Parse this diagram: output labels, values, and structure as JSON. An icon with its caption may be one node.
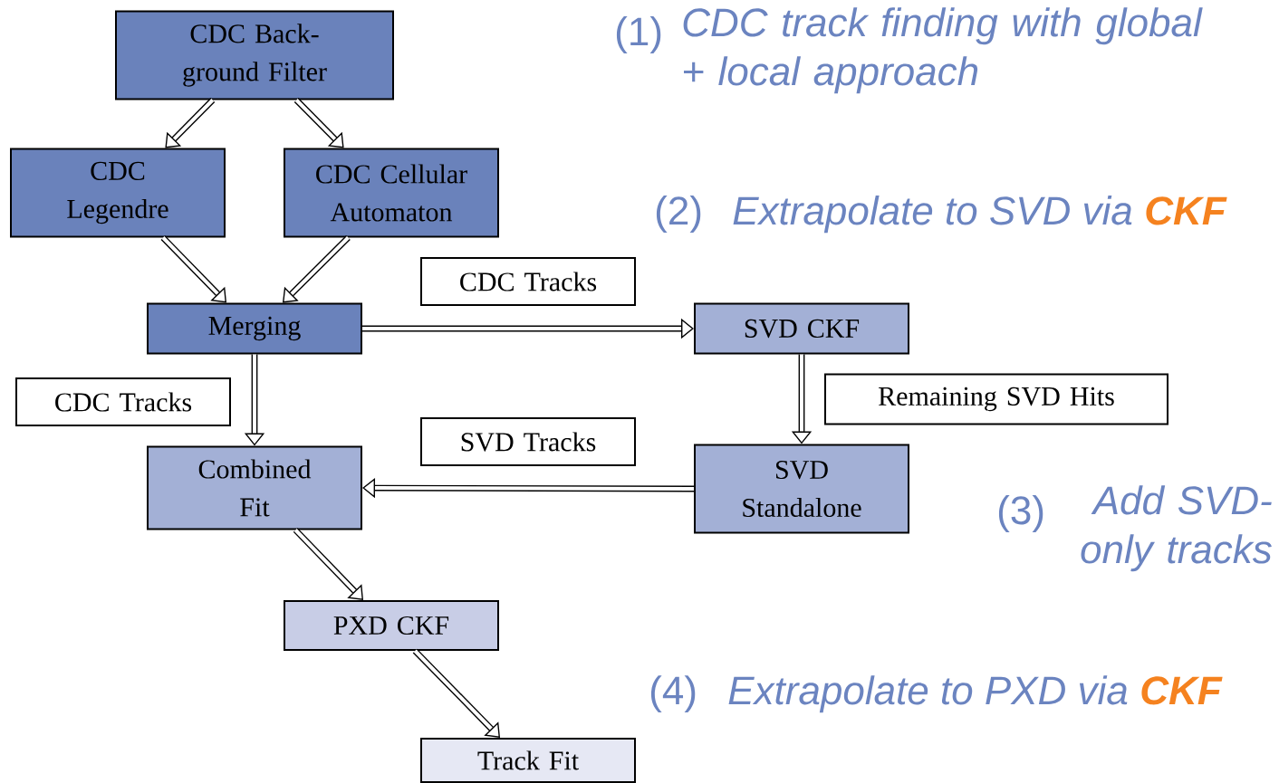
{
  "diagram": {
    "nodes": [
      {
        "text": [
          "CDC Back- ground Filter"
        ]
      },
      {
        "text": [
          "CDC Legendre"
        ]
      },
      {
        "text": [
          "CDC Cellular Automaton"
        ]
      },
      {
        "text": [
          "Merging"
        ]
      },
      {
        "text": [
          "CDC Tracks"
        ]
      },
      {
        "text": [
          "SVD CKF"
        ]
      },
      {
        "text": [
          "CDC Tracks"
        ]
      },
      {
        "text": [
          "Remaining SVD Hits"
        ]
      },
      {
        "text": [
          "SVD Tracks"
        ]
      },
      {
        "text": [
          "Combined Fit"
        ]
      },
      {
        "text": [
          "SVD Standalone"
        ]
      },
      {
        "text": [
          "PXD CKF"
        ]
      },
      {
        "text": [
          "Track Fit"
        ]
      }
    ],
    "edges": [
      {
        "from": 0,
        "to": 1,
        "arrow": "to"
      },
      {
        "from": 0,
        "to": 2,
        "arrow": "to"
      },
      {
        "from": 1,
        "to": 3,
        "arrow": "to"
      },
      {
        "from": 2,
        "to": 3,
        "arrow": "to"
      },
      {
        "from": 3,
        "to": 5,
        "arrow": "to"
      },
      {
        "from": 3,
        "to": 9,
        "arrow": "to"
      },
      {
        "from": 5,
        "to": 10,
        "arrow": "to"
      },
      {
        "from": 10,
        "to": 9,
        "arrow": "to"
      },
      {
        "from": 9,
        "to": 11,
        "arrow": "to"
      },
      {
        "from": 11,
        "to": 12,
        "arrow": "to"
      }
    ],
    "labels": [
      "(1)",
      "CDC track finding with global + local approach",
      "(2)",
      "Extrapolate to SVD via",
      "CKF",
      "(3)",
      "Add SVD- only tracks",
      "(4)",
      "Extrapolate to PXD via",
      "CKF"
    ]
  }
}
